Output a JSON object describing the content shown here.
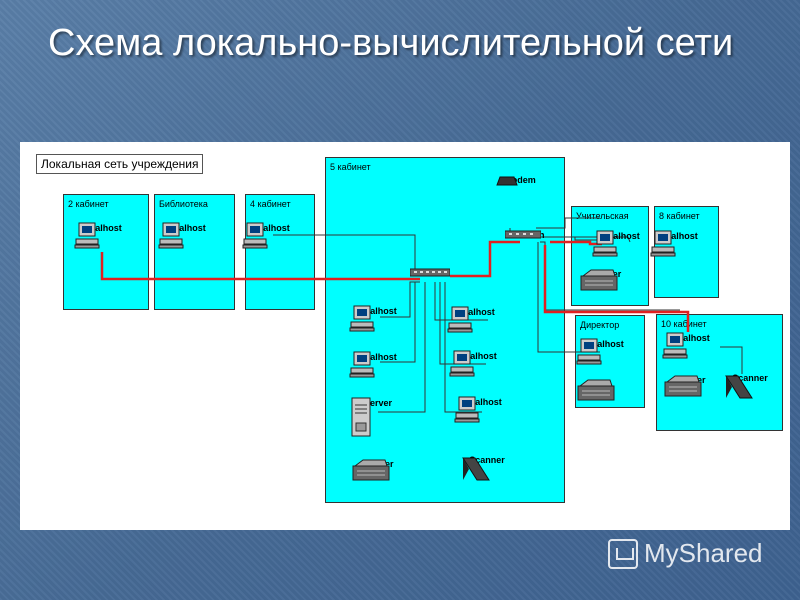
{
  "slide_title": "Схема локально-вычислительной сети",
  "network_label": "Локальная сеть учреждения",
  "rooms": {
    "room2": "2 кабинет",
    "library": "Библиотека",
    "room4": "4 кабинет",
    "room5": "5 кабинет",
    "teacher": "Учительская",
    "room8": "8 кабинет",
    "director": "Директор",
    "room10": "10 кабинет"
  },
  "devices": {
    "localhost": "localhost",
    "switch": "Switch",
    "modem": "Modem",
    "server": "Server",
    "printer": "Printer",
    "scanner": "Scanner",
    "plotter": "Plotter"
  },
  "colors": {
    "room_fill": "#00ffff",
    "backbone": "#e02020",
    "link": "#333333",
    "slide_bg": "#4a6f9a"
  },
  "watermark": "MyShared"
}
